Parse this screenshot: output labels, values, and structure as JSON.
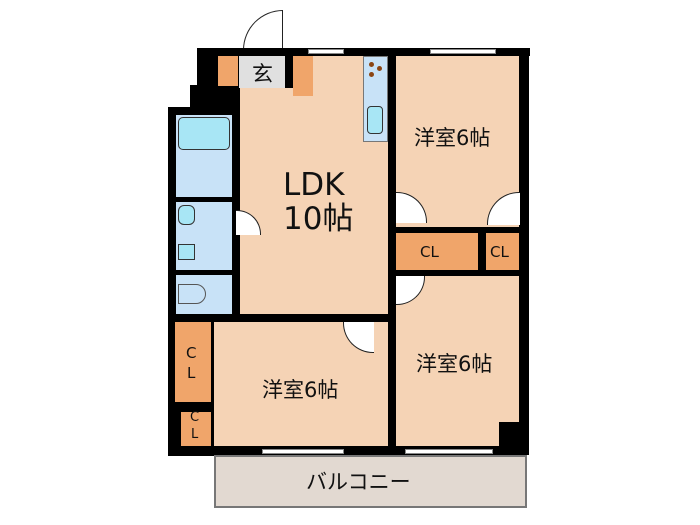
{
  "floorplan": {
    "rooms": {
      "entrance": {
        "label": "玄"
      },
      "ldk": {
        "line1": "LDK",
        "line2": "10帖"
      },
      "western_room_north": {
        "label": "洋室6帖"
      },
      "western_room_south": {
        "label": "洋室6帖"
      },
      "western_room_southwest": {
        "label": "洋室6帖"
      },
      "closet_center": {
        "label": "CL"
      },
      "closet_right": {
        "label": "CL"
      },
      "closet_left_large_1": {
        "label": "C"
      },
      "closet_left_large_2": {
        "label": "L"
      },
      "closet_left_small_1": {
        "label": "C"
      },
      "closet_left_small_2": {
        "label": "L"
      },
      "balcony": {
        "label": "バルコニー"
      }
    },
    "colors": {
      "room": "#f5d3b5",
      "closet": "#f0a56a",
      "wet_area": "#c8e2f7",
      "fixture": "#a8e6f5",
      "entrance": "#e0e0e0",
      "balcony": "#e2d9d1",
      "wall": "#000000"
    }
  }
}
